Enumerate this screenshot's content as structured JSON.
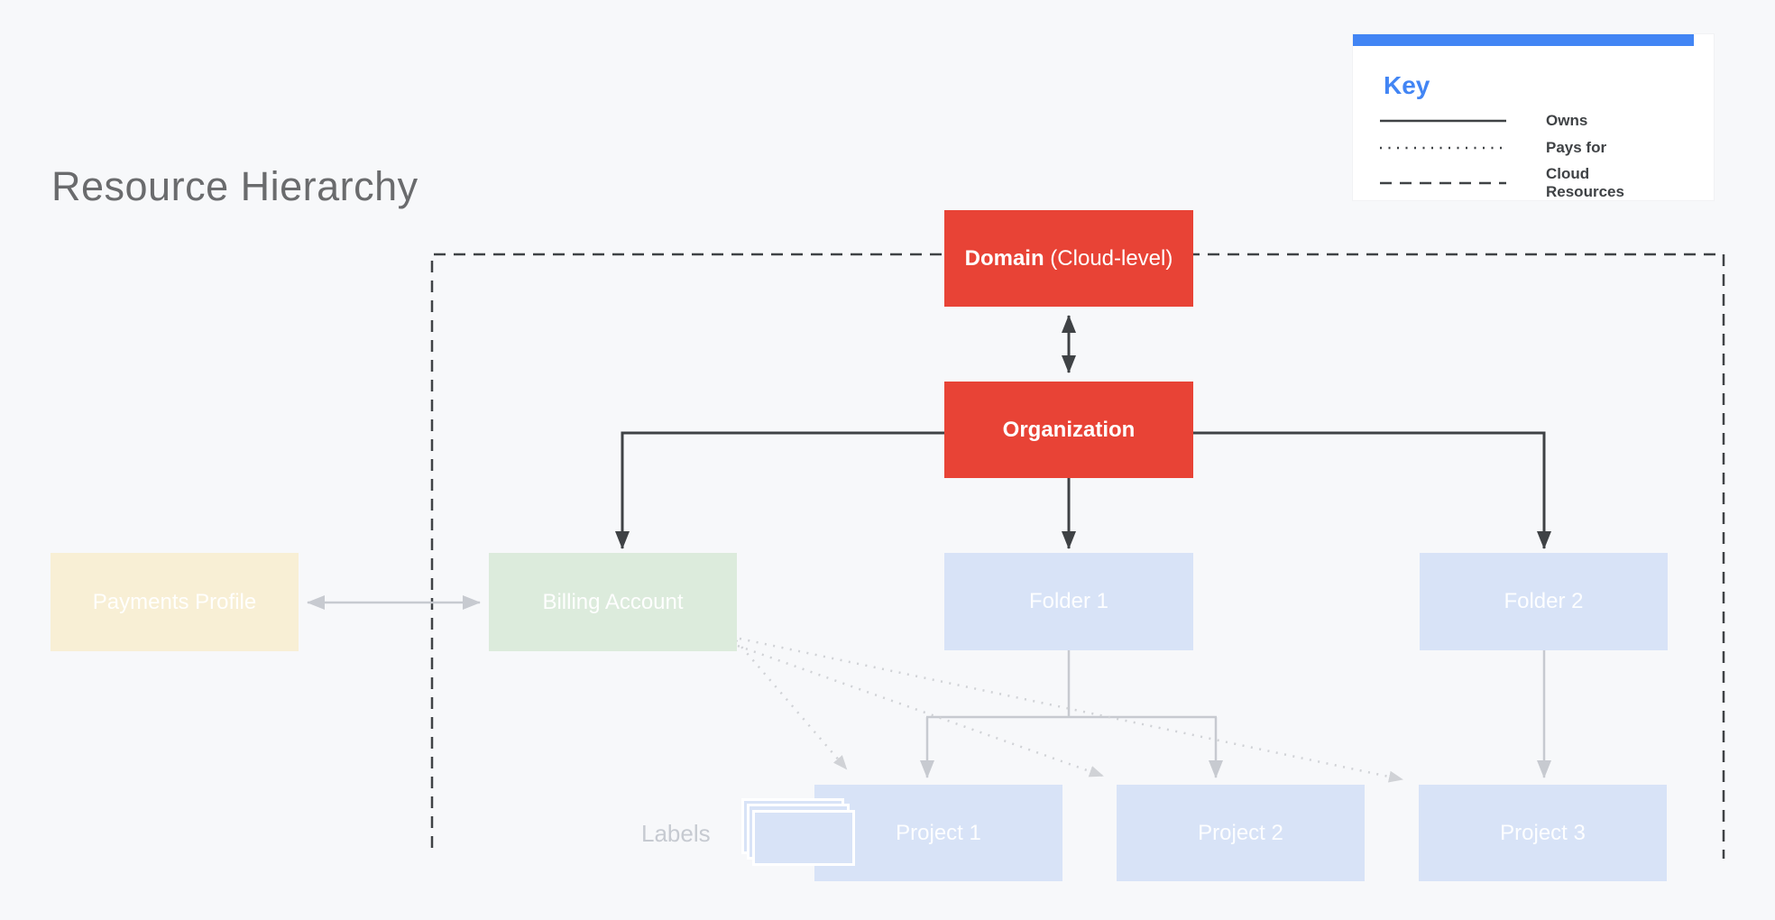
{
  "title": "Resource Hierarchy",
  "key": {
    "title": "Key",
    "entries": [
      {
        "style": "solid",
        "label": "Owns"
      },
      {
        "style": "dotted",
        "label": "Pays for"
      },
      {
        "style": "dashed",
        "label": "Cloud Resources"
      }
    ]
  },
  "nodes": {
    "domain": {
      "label_bold": "Domain",
      "label_rest": " (Cloud-level)"
    },
    "organization": {
      "label": "Organization"
    },
    "payments_profile": {
      "label": "Payments Profile"
    },
    "billing_account": {
      "label": "Billing Account"
    },
    "folder1": {
      "label": "Folder 1"
    },
    "folder2": {
      "label": "Folder 2"
    },
    "project1": {
      "label": "Project 1"
    },
    "project2": {
      "label": "Project 2"
    },
    "project3": {
      "label": "Project 3"
    }
  },
  "labels_caption": "Labels",
  "colors": {
    "background": "#F7F8FA",
    "node_red": "#E84336",
    "node_blue": "#D8E3F7",
    "node_green": "#DCEBDC",
    "node_cream": "#F8EFD5",
    "line_dark": "#3F4245",
    "line_gray": "#C7CAD0",
    "line_dotted": "#D0D2D6",
    "accent_blue": "#4285F4",
    "title_gray": "#6A6B6D",
    "caption_gray": "#C6CAD1"
  }
}
